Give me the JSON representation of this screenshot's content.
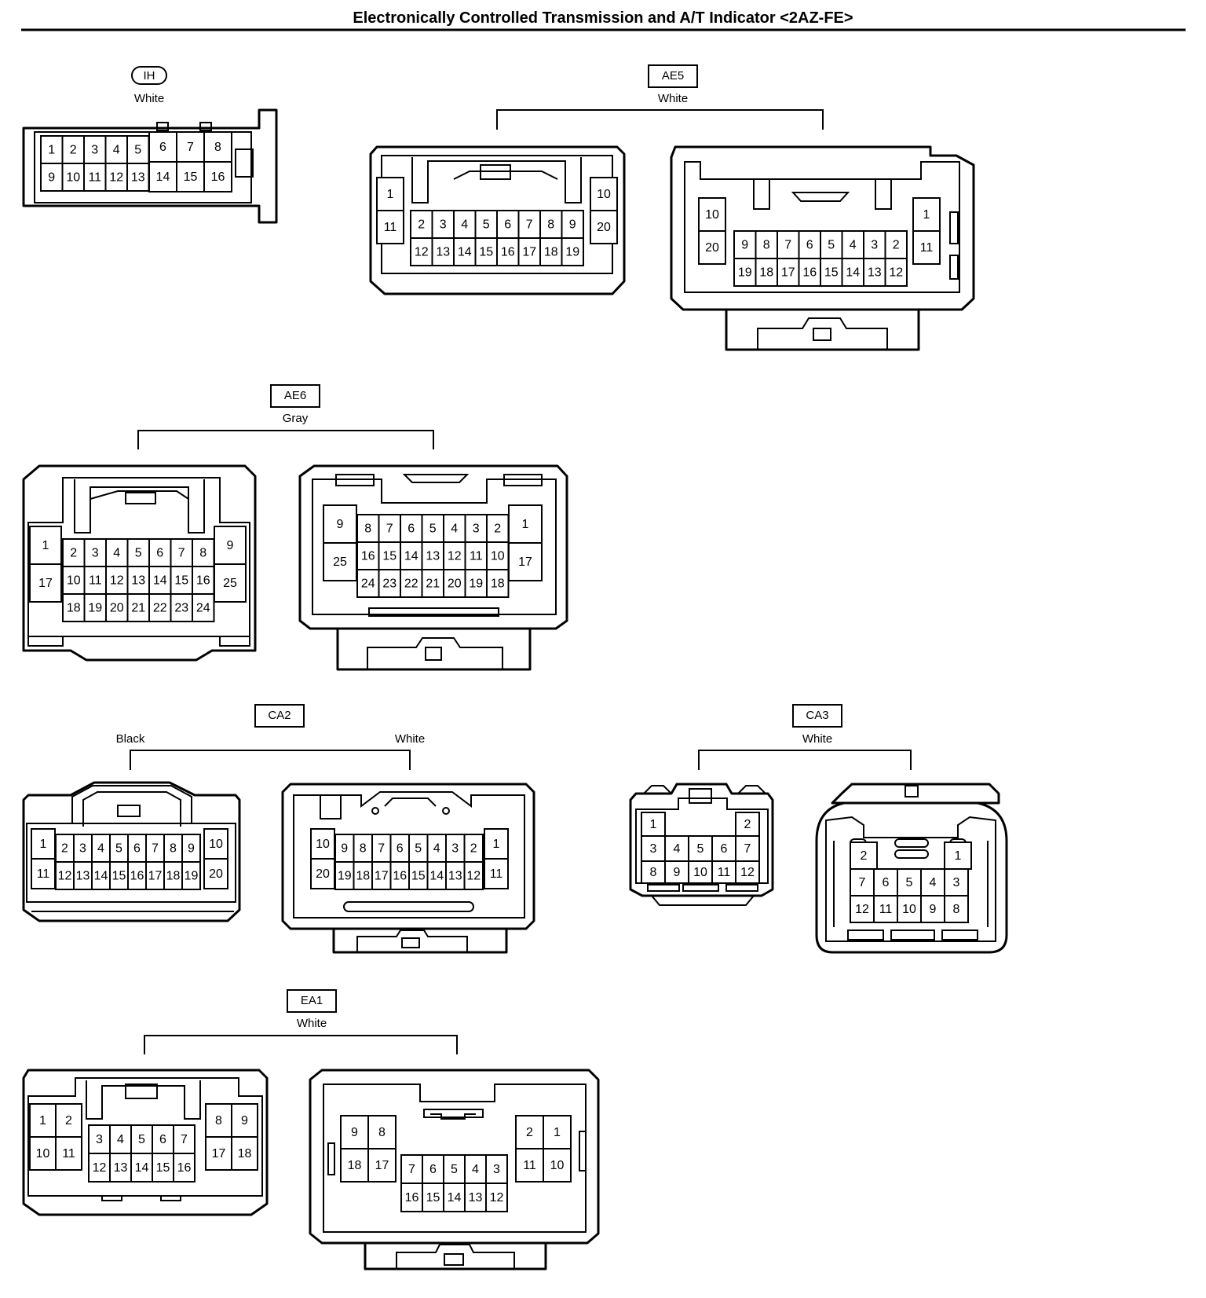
{
  "title": "Electronically Controlled Transmission and A/T Indicator <2AZ-FE>",
  "connectors": [
    {
      "code": "IH",
      "colors": [
        "White"
      ]
    },
    {
      "code": "AE5",
      "colors": [
        "White"
      ]
    },
    {
      "code": "AE6",
      "colors": [
        "Gray"
      ]
    },
    {
      "code": "CA2",
      "colors": [
        "Black",
        "White"
      ]
    },
    {
      "code": "CA3",
      "colors": [
        "White"
      ]
    },
    {
      "code": "EA1",
      "colors": [
        "White"
      ]
    }
  ],
  "pins": {
    "IH": [
      [
        "1",
        "2",
        "3",
        "4",
        "5"
      ],
      [
        "9",
        "10",
        "11",
        "12",
        "13"
      ],
      [
        "6",
        "7",
        "8"
      ],
      [
        "14",
        "15",
        "16"
      ]
    ],
    "AE5_left": [
      [
        "1",
        "11"
      ],
      [
        "2",
        "3",
        "4",
        "5",
        "6",
        "7",
        "8",
        "9"
      ],
      [
        "12",
        "13",
        "14",
        "15",
        "16",
        "17",
        "18",
        "19"
      ],
      [
        "10",
        "20"
      ]
    ],
    "AE5_right": [
      [
        "10",
        "20"
      ],
      [
        "9",
        "8",
        "7",
        "6",
        "5",
        "4",
        "3",
        "2"
      ],
      [
        "19",
        "18",
        "17",
        "16",
        "15",
        "14",
        "13",
        "12"
      ],
      [
        "1",
        "11"
      ]
    ],
    "AE6_left": [
      [
        "1",
        "17"
      ],
      [
        "2",
        "3",
        "4",
        "5",
        "6",
        "7",
        "8"
      ],
      [
        "10",
        "11",
        "12",
        "13",
        "14",
        "15",
        "16"
      ],
      [
        "18",
        "19",
        "20",
        "21",
        "22",
        "23",
        "24"
      ],
      [
        "9",
        "25"
      ]
    ],
    "AE6_right": [
      [
        "9",
        "25"
      ],
      [
        "8",
        "7",
        "6",
        "5",
        "4",
        "3",
        "2"
      ],
      [
        "16",
        "15",
        "14",
        "13",
        "12",
        "11",
        "10"
      ],
      [
        "24",
        "23",
        "22",
        "21",
        "20",
        "19",
        "18"
      ],
      [
        "1",
        "17"
      ]
    ],
    "CA2_left": [
      [
        "1",
        "11"
      ],
      [
        "2",
        "3",
        "4",
        "5",
        "6",
        "7",
        "8",
        "9"
      ],
      [
        "12",
        "13",
        "14",
        "15",
        "16",
        "17",
        "18",
        "19"
      ],
      [
        "10",
        "20"
      ]
    ],
    "CA2_right": [
      [
        "10",
        "20"
      ],
      [
        "9",
        "8",
        "7",
        "6",
        "5",
        "4",
        "3",
        "2"
      ],
      [
        "19",
        "18",
        "17",
        "16",
        "15",
        "14",
        "13",
        "12"
      ],
      [
        "1",
        "11"
      ]
    ],
    "CA3_left": [
      [
        "1",
        "2"
      ],
      [
        "3",
        "4",
        "5",
        "6",
        "7"
      ],
      [
        "8",
        "9",
        "10",
        "11",
        "12"
      ]
    ],
    "CA3_right": [
      [
        "2",
        "1"
      ],
      [
        "7",
        "6",
        "5",
        "4",
        "3"
      ],
      [
        "12",
        "11",
        "10",
        "9",
        "8"
      ]
    ],
    "EA1_left": [
      [
        "1",
        "2"
      ],
      [
        "10",
        "11"
      ],
      [
        "3",
        "4",
        "5",
        "6",
        "7"
      ],
      [
        "12",
        "13",
        "14",
        "15",
        "16"
      ],
      [
        "8",
        "9"
      ],
      [
        "17",
        "18"
      ]
    ],
    "EA1_right": [
      [
        "9",
        "8"
      ],
      [
        "18",
        "17"
      ],
      [
        "7",
        "6",
        "5",
        "4",
        "3"
      ],
      [
        "16",
        "15",
        "14",
        "13",
        "12"
      ],
      [
        "2",
        "1"
      ],
      [
        "11",
        "10"
      ]
    ]
  }
}
